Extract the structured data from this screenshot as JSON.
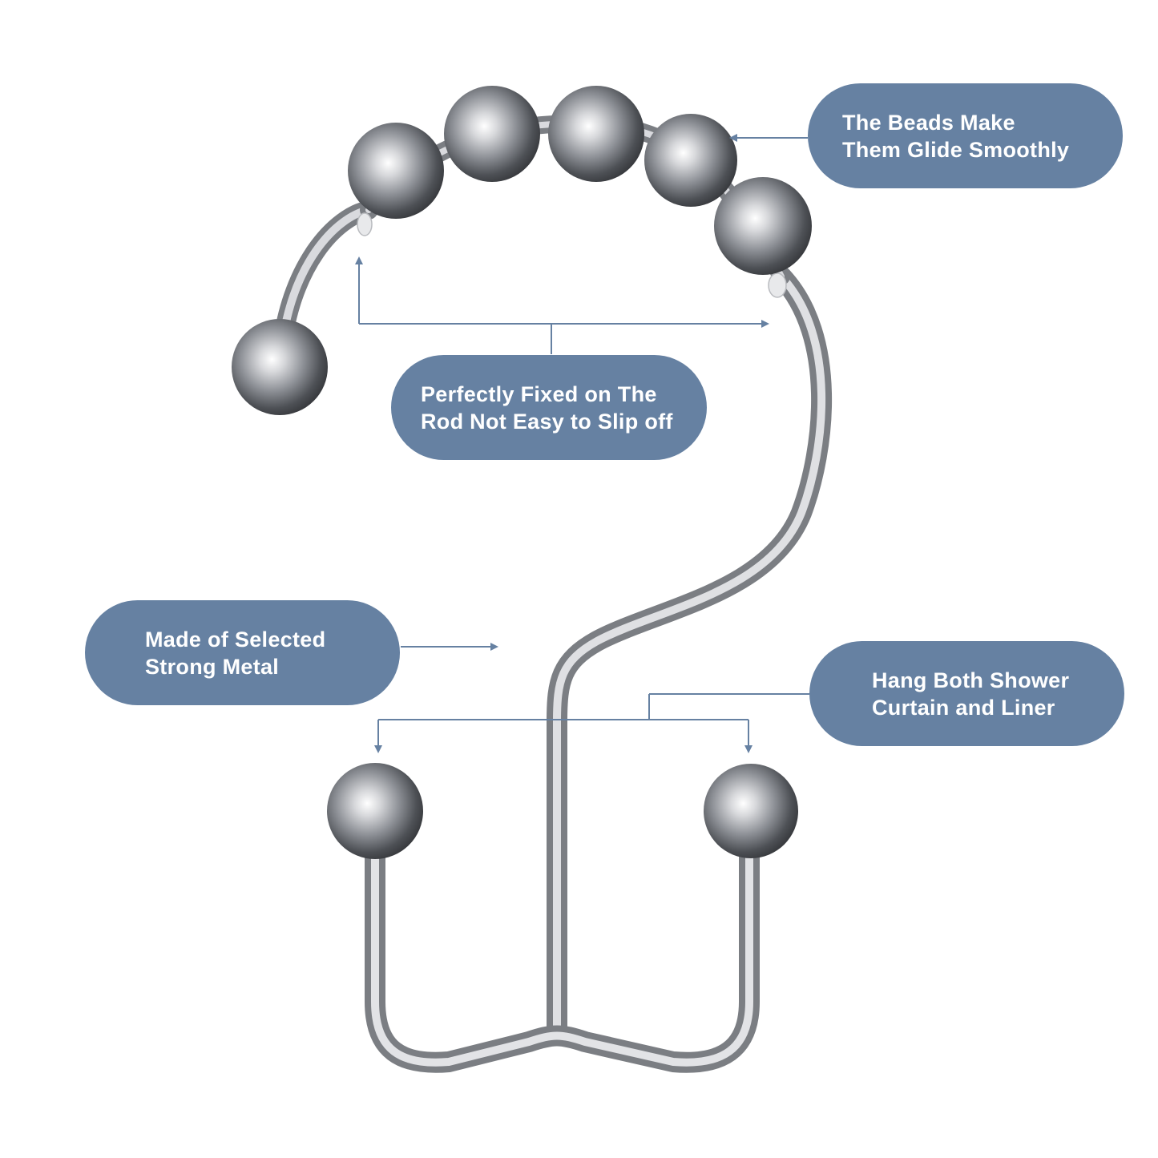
{
  "colors": {
    "callout_bg": "#6681a2",
    "callout_text": "#ffffff",
    "leader_line": "#6681a2",
    "metal": "#a7a9ae"
  },
  "callouts": {
    "beads": {
      "line1": "The Beads Make",
      "line2": "Them Glide Smoothly"
    },
    "fixed": {
      "line1": "Perfectly Fixed on The",
      "line2": "Rod Not Easy to Slip off"
    },
    "metal": {
      "line1": "Made of Selected",
      "line2": "Strong Metal"
    },
    "hang": {
      "line1": "Hang Both Shower",
      "line2": "Curtain and Liner"
    }
  },
  "product": {
    "name": "double-hook-shower-curtain-ring",
    "icon": "hook-with-roller-beads-icon"
  }
}
